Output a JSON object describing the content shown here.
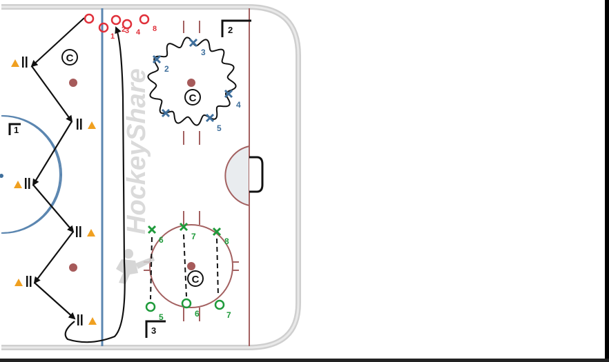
{
  "colors": {
    "board": "#7d5a5a",
    "blue_line": "#5b86b0",
    "center_circle": "#5b86b0",
    "red_line": "#a36060",
    "red_team": "#e0303a",
    "blue_team": "#3f6f9c",
    "green_team": "#1e9a3a",
    "cone": "#f0a020",
    "dot": "#a65a5a",
    "black": "#111111",
    "watermark": "#c8c8c8"
  },
  "icons": {
    "coach": "coach-icon",
    "cone": "cone-icon",
    "skater": "skater-icon",
    "pylon": "pylon-icon"
  },
  "watermark": "HockeyShare",
  "coach_symbol": "C",
  "zone_labels": [
    "1",
    "2",
    "3"
  ],
  "red_players": [
    "1",
    "2",
    "3",
    "4",
    "8"
  ],
  "blue_players": [
    "2",
    "3",
    "4",
    "5"
  ],
  "green_x_players": [
    "6",
    "7",
    "8"
  ],
  "green_o_players": [
    "5",
    "6",
    "7"
  ]
}
